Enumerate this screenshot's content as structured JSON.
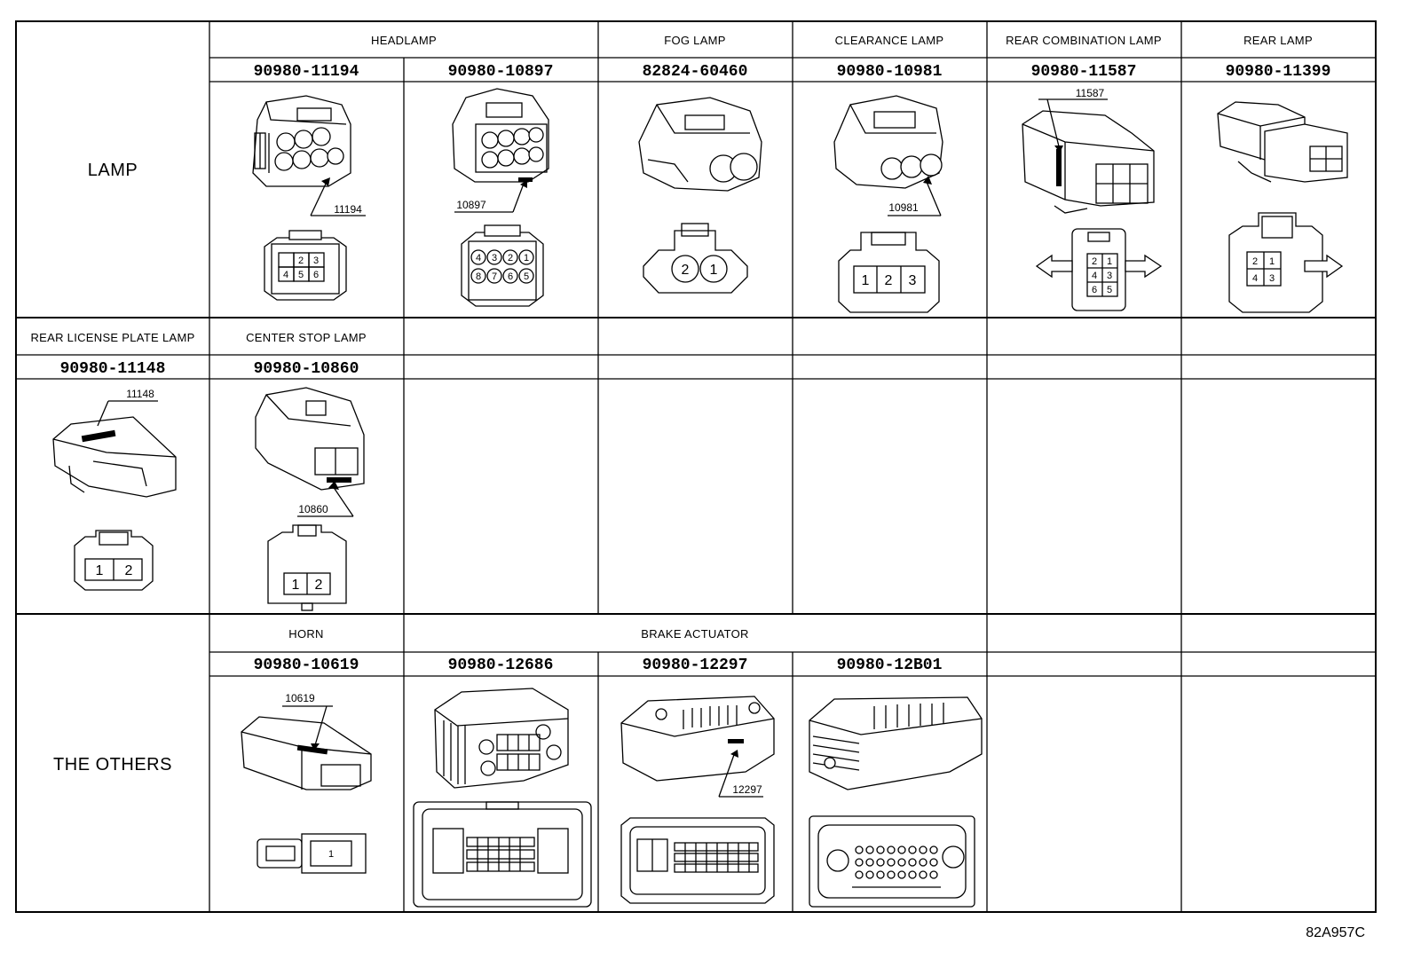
{
  "categories": {
    "lamp": "LAMP",
    "others": "THE OTHERS"
  },
  "row1": {
    "sections": {
      "headlamp": "HEADLAMP",
      "fog": "FOG LAMP",
      "clearance": "CLEARANCE LAMP",
      "rear_combination": "REAR COMBINATION LAMP",
      "rear": "REAR LAMP"
    },
    "parts": [
      "90980-11194",
      "90980-10897",
      "82824-60460",
      "90980-10981",
      "90980-11587",
      "90980-11399"
    ],
    "callouts": [
      "11194",
      "10897",
      "10981",
      "11587"
    ]
  },
  "row2": {
    "sections": {
      "license": "REAR LICENSE PLATE LAMP",
      "center_stop": "CENTER STOP LAMP"
    },
    "parts": [
      "90980-11148",
      "90980-10860"
    ],
    "callouts": [
      "11148",
      "10860"
    ]
  },
  "row3": {
    "sections": {
      "horn": "HORN",
      "brake": "BRAKE ACTUATOR"
    },
    "parts": [
      "90980-10619",
      "90980-12686",
      "90980-12297",
      "90980-12B01"
    ],
    "callouts": [
      "10619",
      "12297"
    ]
  },
  "pins": {
    "headlamp_a": [
      "2",
      "3",
      "4",
      "5",
      "6"
    ],
    "headlamp_b": [
      "4",
      "3",
      "2",
      "1",
      "8",
      "7",
      "6",
      "5"
    ],
    "fog": [
      "2",
      "1"
    ],
    "clearance": [
      "1",
      "2",
      "3"
    ],
    "rear_combination": [
      "2",
      "1",
      "4",
      "3",
      "6",
      "5"
    ],
    "rear": [
      "2",
      "1",
      "4",
      "3"
    ],
    "license": [
      "1",
      "2"
    ],
    "center_stop": [
      "1",
      "2"
    ],
    "horn": [
      "1"
    ]
  },
  "drawing_code": "82A957C"
}
